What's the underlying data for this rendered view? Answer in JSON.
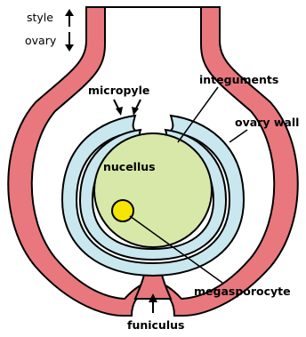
{
  "labels": {
    "style": "style",
    "ovary": "ovary",
    "micropyle": "micropyle",
    "integuments": "integuments",
    "ovary_wall": "ovary wall",
    "nucellus": "nucellus",
    "megasporocyte": "megasporocyte",
    "funiculus": "funiculus"
  },
  "colors": {
    "ovary_wall": "#e8787d",
    "integument": "#c9e7ee",
    "nucellus": "#d8e8a8",
    "megasporocyte": "#f5e500",
    "outline": "#000000",
    "background": "#ffffff"
  }
}
